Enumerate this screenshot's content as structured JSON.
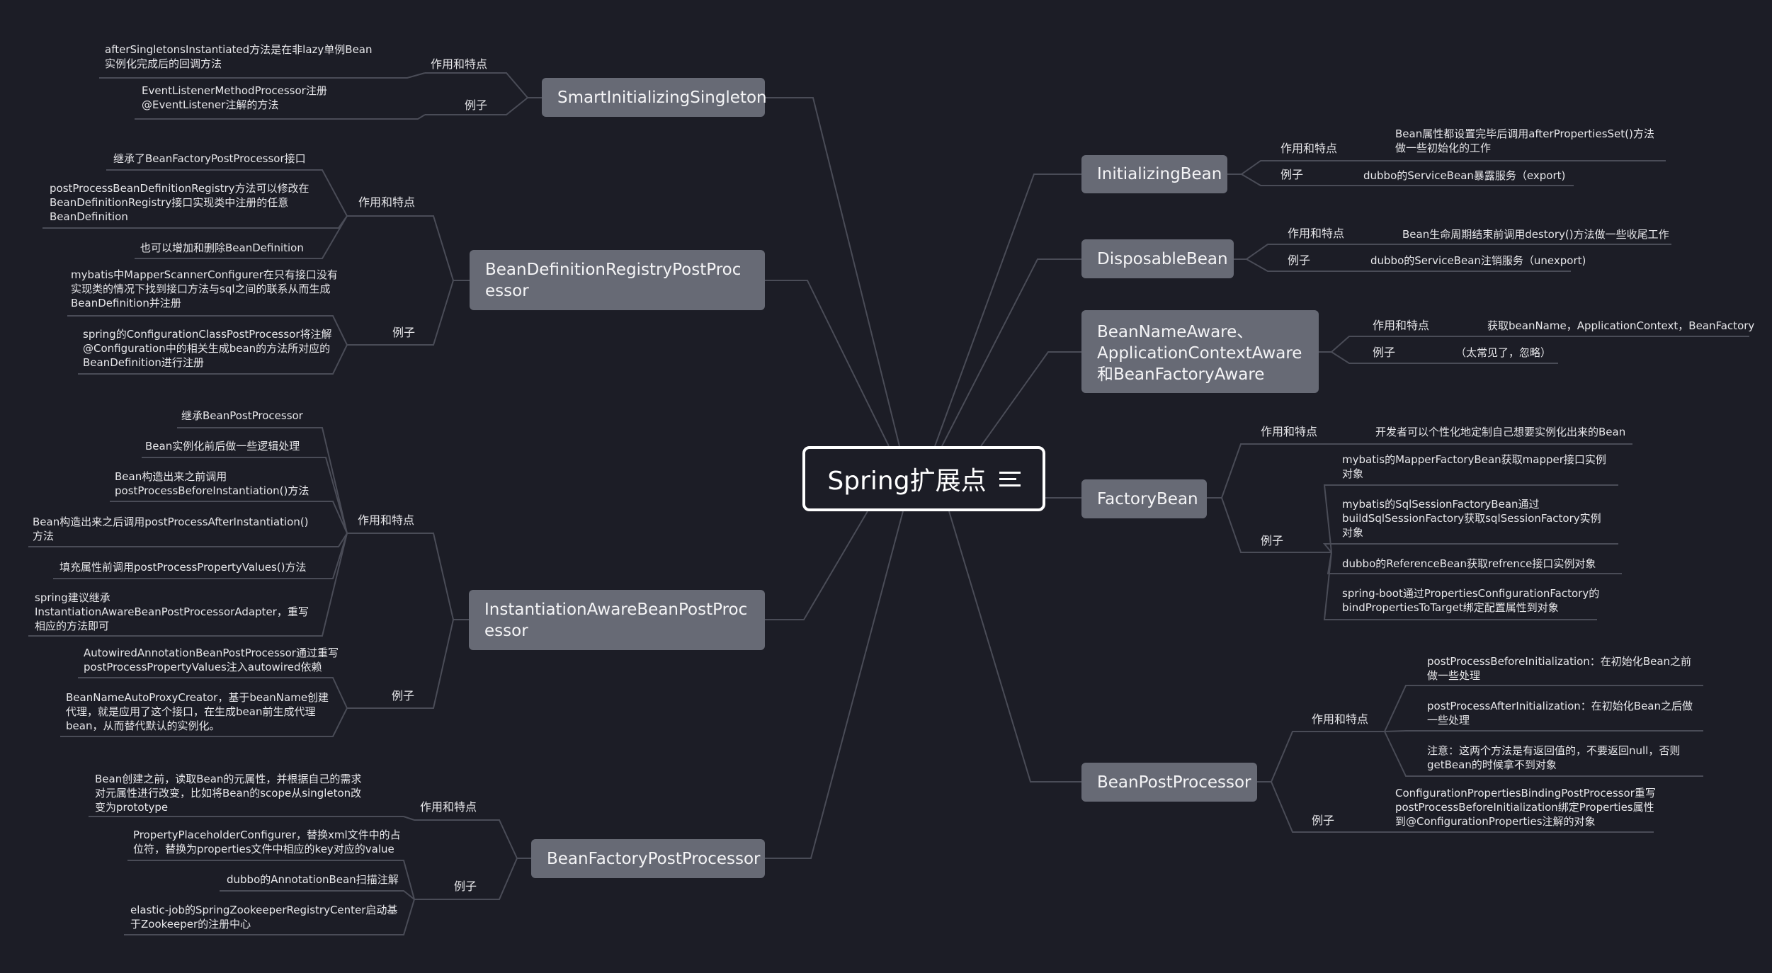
{
  "root": "Spring扩展点",
  "left": [
    {
      "title": "SmartInitializingSingleton",
      "features_label": "作用和特点",
      "examples_label": "例子",
      "features": [
        "afterSingletonsInstantiated方法是在非lazy单例Bean实例化完成后的回调方法"
      ],
      "examples": [
        "EventListenerMethodProcessor注册 @EventListener注解的方法"
      ]
    },
    {
      "title": "BeanDefinitionRegistryPostProcessor",
      "features_label": "作用和特点",
      "examples_label": "例子",
      "features": [
        "继承了BeanFactoryPostProcessor接口",
        "postProcessBeanDefinitionRegistry方法可以修改在BeanDefinitionRegistry接口实现类中注册的任意BeanDefinition",
        "也可以增加和删除BeanDefinition"
      ],
      "examples": [
        "mybatis中MapperScannerConfigurer在只有接口没有实现类的情况下找到接口方法与sql之间的联系从而生成BeanDefinition并注册",
        "spring的ConfigurationClassPostProcessor将注解@Configuration中的相关生成bean的方法所对应的BeanDefinition进行注册"
      ]
    },
    {
      "title": "InstantiationAwareBeanPostProcessor",
      "features_label": "作用和特点",
      "examples_label": "例子",
      "features": [
        "继承BeanPostProcessor",
        "Bean实例化前后做一些逻辑处理",
        "Bean构造出来之前调用postProcessBeforeInstantiation()方法",
        "Bean构造出来之后调用postProcessAfterInstantiation()方法",
        "填充属性前调用postProcessPropertyValues()方法",
        "spring建议继承InstantiationAwareBeanPostProcessorAdapter，重写相应的方法即可"
      ],
      "examples": [
        "AutowiredAnnotationBeanPostProcessor通过重写postProcessPropertyValues注入autowired依赖",
        "BeanNameAutoProxyCreator，基于beanName创建代理，就是应用了这个接口，在生成bean前生成代理bean，从而替代默认的实例化。"
      ]
    },
    {
      "title": "BeanFactoryPostProcessor",
      "features_label": "作用和特点",
      "examples_label": "例子",
      "features": [
        "Bean创建之前，读取Bean的元属性，并根据自己的需求对元属性进行改变，比如将Bean的scope从singleton改变为prototype"
      ],
      "examples": [
        "PropertyPlaceholderConfigurer，替换xml文件中的占位符，替换为properties文件中相应的key对应的value",
        "dubbo的AnnotationBean扫描注解",
        "elastic-job的SpringZookeeperRegistryCenter启动基于Zookeeper的注册中心"
      ]
    }
  ],
  "right": [
    {
      "title": "InitializingBean",
      "features_label": "作用和特点",
      "examples_label": "例子",
      "features": [
        "Bean属性都设置完毕后调用afterPropertiesSet()方法做一些初始化的工作"
      ],
      "examples": [
        "dubbo的ServiceBean暴露服务（export)"
      ]
    },
    {
      "title": "DisposableBean",
      "features_label": "作用和特点",
      "examples_label": "例子",
      "features": [
        "Bean生命周期结束前调用destory()方法做一些收尾工作"
      ],
      "examples": [
        "dubbo的ServiceBean注销服务（unexport)"
      ]
    },
    {
      "title": "BeanNameAware、ApplicationContextAware和BeanFactoryAware",
      "features_label": "作用和特点",
      "examples_label": "例子",
      "features": [
        "获取beanName，ApplicationContext，BeanFactory"
      ],
      "examples": [
        "（太常见了，忽略）"
      ]
    },
    {
      "title": "FactoryBean",
      "features_label": "作用和特点",
      "examples_label": "例子",
      "features": [
        "开发者可以个性化地定制自己想要实例化出来的Bean"
      ],
      "examples": [
        "mybatis的MapperFactoryBean获取mapper接口实例对象",
        "mybatis的SqlSessionFactoryBean通过buildSqlSessionFactory获取sqlSessionFactory实例对象",
        "dubbo的ReferenceBean获取refrence接口实例对象",
        "spring-boot通过PropertiesConfigurationFactory的bindPropertiesToTarget绑定配置属性到对象"
      ]
    },
    {
      "title": "BeanPostProcessor",
      "features_label": "作用和特点",
      "examples_label": "例子",
      "features": [
        "postProcessBeforeInitialization：在初始化Bean之前做一些处理",
        "postProcessAfterInitialization：在初始化Bean之后做一些处理",
        "注意：这两个方法是有返回值的，不要返回null，否则getBean的时候拿不到对象"
      ],
      "examples": [
        "ConfigurationPropertiesBindingPostProcessor重写postProcessBeforeInitialization绑定Properties属性到@ConfigurationProperties注解的对象"
      ]
    }
  ]
}
